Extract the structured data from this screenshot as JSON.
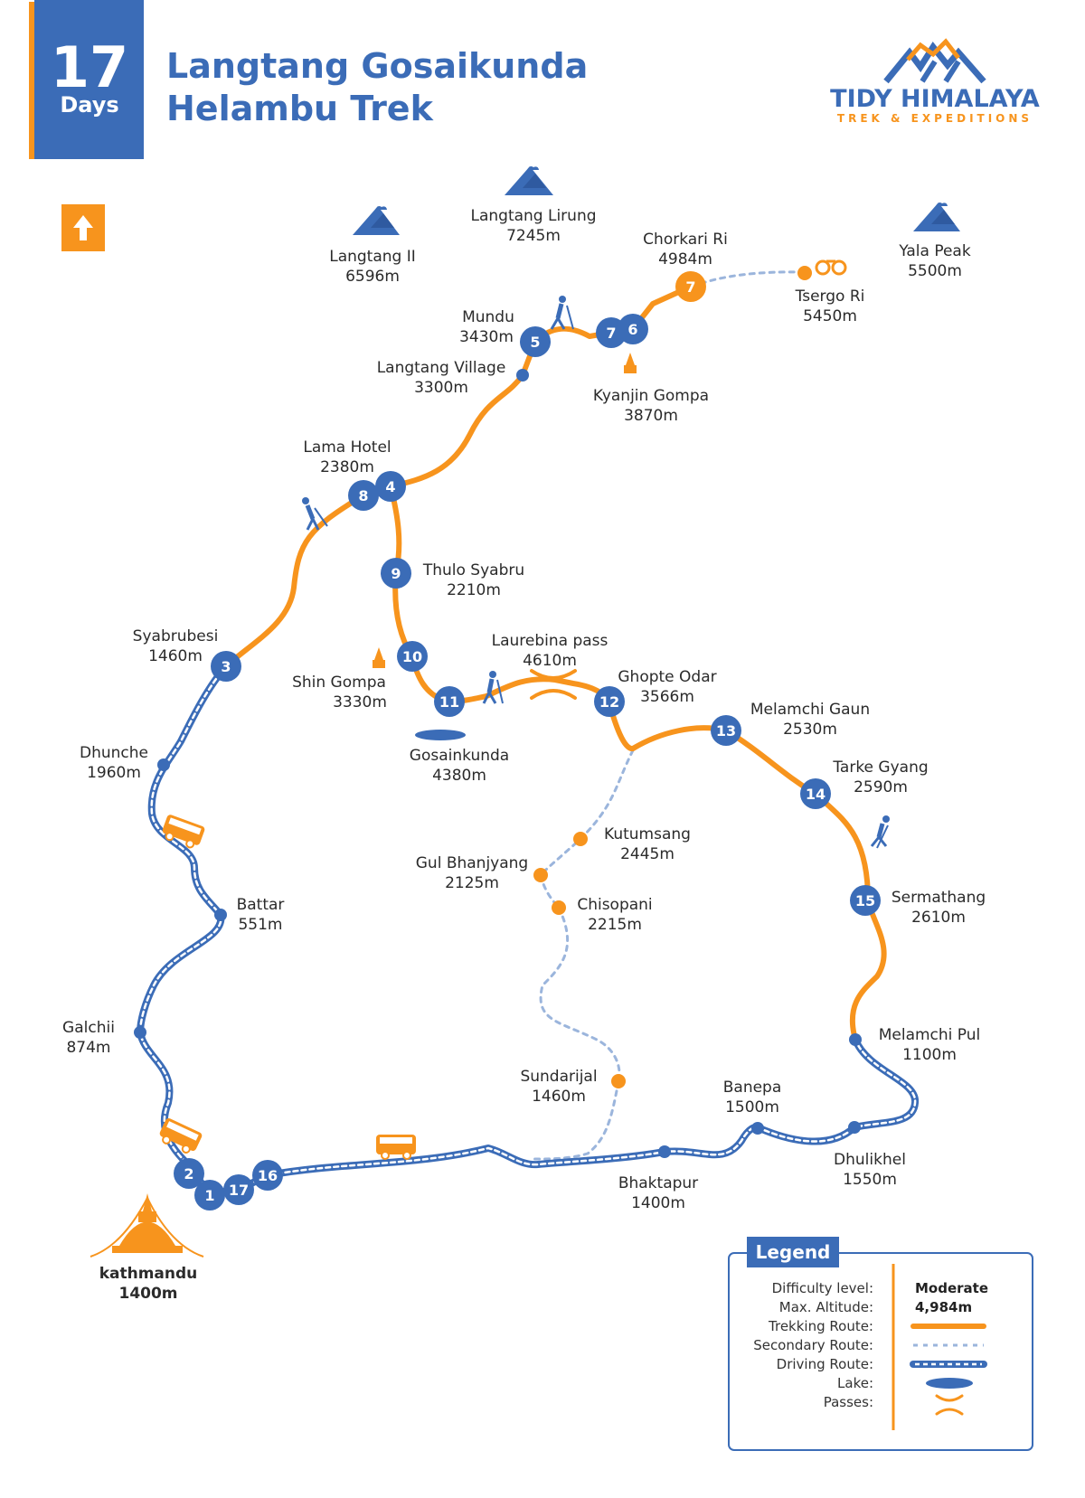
{
  "header": {
    "days_number": "17",
    "days_label": "Days",
    "title_line1": "Langtang Gosaikunda",
    "title_line2": "Helambu Trek"
  },
  "brand": {
    "name": "TIDY HIMALAYA",
    "tagline": "TREK & EXPEDITIONS"
  },
  "colors": {
    "blue": "#3b6cb7",
    "orange": "#f7941d",
    "secondary": "#9bb5dc"
  },
  "icons": {
    "north": "arrow-up-icon",
    "peak": "mountain-icon",
    "hiker": "hiker-icon",
    "bus": "bus-icon",
    "binoculars": "binoculars-icon",
    "gompa": "stupa-icon",
    "stupa": "kathmandu-stupa-icon",
    "pass": "pass-icon",
    "lake": "lake-icon"
  },
  "peaks": [
    {
      "name": "Langtang Lirung",
      "alt": "7245m"
    },
    {
      "name": "Langtang II",
      "alt": "6596m"
    },
    {
      "name": "Yala Peak",
      "alt": "5500m"
    }
  ],
  "places": {
    "chorkari": {
      "name": "Chorkari Ri",
      "alt": "4984m"
    },
    "tsergo": {
      "name": "Tsergo Ri",
      "alt": "5450m"
    },
    "mundu": {
      "name": "Mundu",
      "alt": "3430m"
    },
    "langtang_village": {
      "name": "Langtang Village",
      "alt": "3300m"
    },
    "kyanjin": {
      "name": "Kyanjin Gompa",
      "alt": "3870m"
    },
    "lama_hotel": {
      "name": "Lama Hotel",
      "alt": "2380m"
    },
    "thulo_syabru": {
      "name": "Thulo Syabru",
      "alt": "2210m"
    },
    "syabrubesi": {
      "name": "Syabrubesi",
      "alt": "1460m"
    },
    "shin_gompa": {
      "name": "Shin Gompa",
      "alt": "3330m"
    },
    "laurebina": {
      "name": "Laurebina pass",
      "alt": "4610m"
    },
    "ghopte": {
      "name": "Ghopte Odar",
      "alt": "3566m"
    },
    "melamchi_gaun": {
      "name": "Melamchi Gaun",
      "alt": "2530m"
    },
    "gosainkunda": {
      "name": "Gosainkunda",
      "alt": "4380m"
    },
    "dhunche": {
      "name": "Dhunche",
      "alt": "1960m"
    },
    "tarke": {
      "name": "Tarke Gyang",
      "alt": "2590m"
    },
    "kutumsang": {
      "name": "Kutumsang",
      "alt": "2445m"
    },
    "gul": {
      "name": "Gul Bhanjyang",
      "alt": "2125m"
    },
    "chisopani": {
      "name": "Chisopani",
      "alt": "2215m"
    },
    "battar": {
      "name": "Battar",
      "alt": "551m"
    },
    "sermathang": {
      "name": "Sermathang",
      "alt": "2610m"
    },
    "galchii": {
      "name": "Galchii",
      "alt": "874m"
    },
    "melamchi_pul": {
      "name": "Melamchi Pul",
      "alt": "1100m"
    },
    "sundarijal": {
      "name": "Sundarijal",
      "alt": "1460m"
    },
    "banepa": {
      "name": "Banepa",
      "alt": "1500m"
    },
    "dhulikhel": {
      "name": "Dhulikhel",
      "alt": "1550m"
    },
    "bhaktapur": {
      "name": "Bhaktapur",
      "alt": "1400m"
    },
    "kathmandu": {
      "name": "kathmandu",
      "alt": "1400m"
    }
  },
  "days": [
    "1",
    "2",
    "3",
    "4",
    "5",
    "6",
    "7",
    "7",
    "8",
    "9",
    "10",
    "11",
    "12",
    "13",
    "14",
    "15",
    "16",
    "17"
  ],
  "legend": {
    "title": "Legend",
    "difficulty_label": "Difficulty level:",
    "difficulty_value": "Moderate",
    "altitude_label": "Max. Altitude:",
    "altitude_value": "4,984m",
    "trekking": "Trekking Route:",
    "secondary": "Secondary Route:",
    "driving": "Driving Route:",
    "lake": "Lake:",
    "passes": "Passes:"
  }
}
